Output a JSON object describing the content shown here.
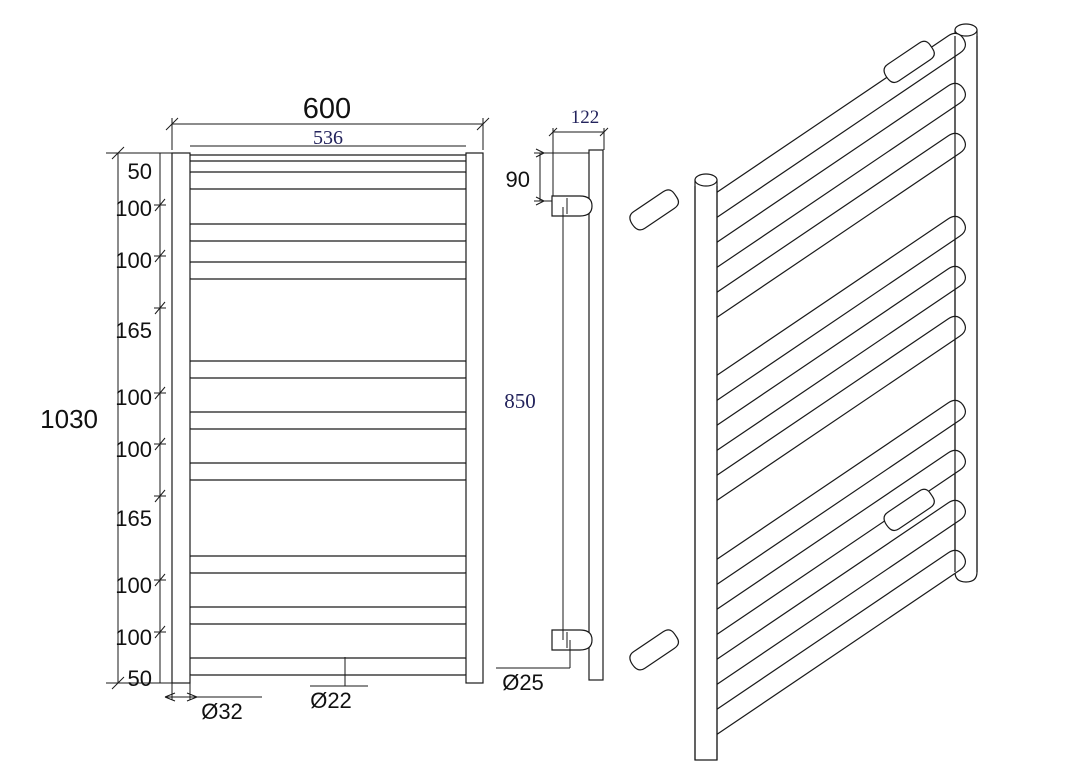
{
  "drawing": {
    "title": "Heated Towel Rail Technical Drawing",
    "units": "mm",
    "line_color": "#1a1a1a",
    "accent_text_color": "#23235c",
    "background": "#ffffff"
  },
  "front_view": {
    "name": "front-elevation",
    "overall_width_label": "600",
    "inner_width_label": "536",
    "overall_height_label": "1030",
    "rail_diameter_label": "Ø22",
    "post_diameter_label": "Ø32",
    "spacing_chain": [
      "50",
      "100",
      "100",
      "165",
      "100",
      "100",
      "165",
      "100",
      "100",
      "50"
    ],
    "rail_count": 10,
    "post_count": 2
  },
  "side_view": {
    "name": "side-elevation",
    "depth_label": "122",
    "bracket_offset_label": "90",
    "post_length_label": "850",
    "bracket_diameter_label": "Ø25"
  },
  "iso_view": {
    "name": "isometric-view",
    "rail_count": 10,
    "post_count": 2,
    "bracket_count": 4
  },
  "labels": {
    "w600": "600",
    "w536": "536",
    "h1030": "1030",
    "d122": "122",
    "d90": "90",
    "d850": "850",
    "dia22": "Ø22",
    "dia32": "Ø32",
    "dia25": "Ø25",
    "s50a": "50",
    "s100a": "100",
    "s100b": "100",
    "s165a": "165",
    "s100c": "100",
    "s100d": "100",
    "s165b": "165",
    "s100e": "100",
    "s100f": "100",
    "s50b": "50"
  }
}
